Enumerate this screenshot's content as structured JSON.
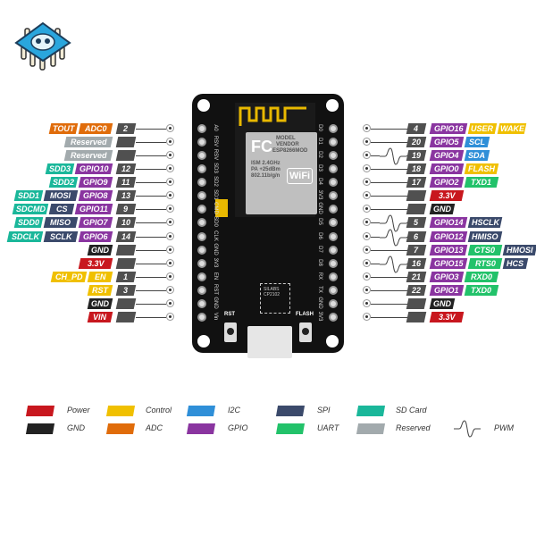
{
  "colors": {
    "power": "#c8171e",
    "control": "#f0c000",
    "i2c": "#2f8fd8",
    "spi": "#3b4a6b",
    "sd": "#1ab79a",
    "gnd": "#222222",
    "adc": "#e06c0a",
    "gpio": "#8a35a0",
    "uart": "#22c26a",
    "reserved": "#a2aaad"
  },
  "left_pins": [
    {
      "num": "2",
      "tags": [
        {
          "text": "TOUT",
          "type": "adc"
        },
        {
          "text": "ADC0",
          "type": "adc"
        }
      ],
      "board": "A0"
    },
    {
      "num": "",
      "tags": [
        {
          "text": "Reserved",
          "type": "reserved"
        }
      ],
      "board": "RSV"
    },
    {
      "num": "",
      "tags": [
        {
          "text": "Reserved",
          "type": "reserved"
        }
      ],
      "board": "RSV"
    },
    {
      "num": "12",
      "tags": [
        {
          "text": "SDD3",
          "type": "sd"
        },
        {
          "text": "GPIO10",
          "type": "gpio"
        }
      ],
      "board": "SD3"
    },
    {
      "num": "11",
      "tags": [
        {
          "text": "SDD2",
          "type": "sd"
        },
        {
          "text": "GPIO9",
          "type": "gpio"
        }
      ],
      "board": "SD2"
    },
    {
      "num": "13",
      "tags": [
        {
          "text": "SDD1",
          "type": "sd"
        },
        {
          "text": "MOSI",
          "type": "spi"
        },
        {
          "text": "GPIO8",
          "type": "gpio"
        }
      ],
      "board": "SD1"
    },
    {
      "num": "9",
      "tags": [
        {
          "text": "SDCMD",
          "type": "sd"
        },
        {
          "text": "CS",
          "type": "spi"
        },
        {
          "text": "GPIO11",
          "type": "gpio"
        }
      ],
      "board": "CMD"
    },
    {
      "num": "10",
      "tags": [
        {
          "text": "SDD0",
          "type": "sd"
        },
        {
          "text": "MISO",
          "type": "spi"
        },
        {
          "text": "GPIO7",
          "type": "gpio"
        }
      ],
      "board": "SD0"
    },
    {
      "num": "14",
      "tags": [
        {
          "text": "SDCLK",
          "type": "sd"
        },
        {
          "text": "SCLK",
          "type": "spi"
        },
        {
          "text": "GPIO6",
          "type": "gpio"
        }
      ],
      "board": "CLK"
    },
    {
      "num": "",
      "tags": [
        {
          "text": "GND",
          "type": "gnd"
        }
      ],
      "board": "GND"
    },
    {
      "num": "",
      "tags": [
        {
          "text": "3.3V",
          "type": "power"
        }
      ],
      "board": "3V3"
    },
    {
      "num": "1",
      "tags": [
        {
          "text": "CH_PD",
          "type": "control"
        },
        {
          "text": "EN",
          "type": "control"
        }
      ],
      "board": "EN"
    },
    {
      "num": "3",
      "tags": [
        {
          "text": "RST",
          "type": "control"
        }
      ],
      "board": "RST"
    },
    {
      "num": "",
      "tags": [
        {
          "text": "GND",
          "type": "gnd"
        }
      ],
      "board": "GND"
    },
    {
      "num": "",
      "tags": [
        {
          "text": "VIN",
          "type": "power"
        }
      ],
      "board": "Vin"
    }
  ],
  "right_pins": [
    {
      "num": "4",
      "pwm": false,
      "tags": [
        {
          "text": "GPIO16",
          "type": "gpio"
        },
        {
          "text": "USER",
          "type": "control"
        },
        {
          "text": "WAKE",
          "type": "control"
        }
      ],
      "board": "D0"
    },
    {
      "num": "20",
      "pwm": false,
      "tags": [
        {
          "text": "GPIO5",
          "type": "gpio"
        },
        {
          "text": "SCL",
          "type": "i2c"
        }
      ],
      "board": "D1"
    },
    {
      "num": "19",
      "pwm": true,
      "tags": [
        {
          "text": "GPIO4",
          "type": "gpio"
        },
        {
          "text": "SDA",
          "type": "i2c"
        }
      ],
      "board": "D2"
    },
    {
      "num": "18",
      "pwm": false,
      "tags": [
        {
          "text": "GPIO0",
          "type": "gpio"
        },
        {
          "text": "FLASH",
          "type": "control"
        }
      ],
      "board": "D3"
    },
    {
      "num": "17",
      "pwm": false,
      "tags": [
        {
          "text": "GPIO2",
          "type": "gpio"
        },
        {
          "text": "TXD1",
          "type": "uart"
        }
      ],
      "board": "D4"
    },
    {
      "num": "",
      "pwm": false,
      "tags": [
        {
          "text": "3.3V",
          "type": "power"
        }
      ],
      "board": "3V3"
    },
    {
      "num": "",
      "pwm": false,
      "tags": [
        {
          "text": "GND",
          "type": "gnd"
        }
      ],
      "board": "GND"
    },
    {
      "num": "5",
      "pwm": true,
      "tags": [
        {
          "text": "GPIO14",
          "type": "gpio"
        },
        {
          "text": "HSCLK",
          "type": "spi"
        }
      ],
      "board": "D5"
    },
    {
      "num": "6",
      "pwm": true,
      "tags": [
        {
          "text": "GPIO12",
          "type": "gpio"
        },
        {
          "text": "HMISO",
          "type": "spi"
        }
      ],
      "board": "D6"
    },
    {
      "num": "7",
      "pwm": false,
      "tags": [
        {
          "text": "GPIO13",
          "type": "gpio"
        },
        {
          "text": "CTS0",
          "type": "uart"
        },
        {
          "text": "HMOSI",
          "type": "spi"
        }
      ],
      "board": "D7"
    },
    {
      "num": "16",
      "pwm": true,
      "tags": [
        {
          "text": "GPIO15",
          "type": "gpio"
        },
        {
          "text": "RTS0",
          "type": "uart"
        },
        {
          "text": "HCS",
          "type": "spi"
        }
      ],
      "board": "D8"
    },
    {
      "num": "21",
      "pwm": false,
      "tags": [
        {
          "text": "GPIO3",
          "type": "gpio"
        },
        {
          "text": "RXD0",
          "type": "uart"
        }
      ],
      "board": "RX"
    },
    {
      "num": "22",
      "pwm": false,
      "tags": [
        {
          "text": "GPIO1",
          "type": "gpio"
        },
        {
          "text": "TXD0",
          "type": "uart"
        }
      ],
      "board": "TX"
    },
    {
      "num": "",
      "pwm": false,
      "tags": [
        {
          "text": "GND",
          "type": "gnd"
        }
      ],
      "board": "GND"
    },
    {
      "num": "",
      "pwm": false,
      "tags": [
        {
          "text": "3.3V",
          "type": "power"
        }
      ],
      "board": "3V3"
    }
  ],
  "board": {
    "rst_label": "RST",
    "flash_label": "FLASH",
    "module_lines": [
      "MODEL",
      "VENDOR",
      "ESP8266MOD",
      "ISM 2.4GHz",
      "PA +25dBm",
      "802.11b/g/n"
    ],
    "fc_logo": "FC",
    "wifi_logo": "WiFi",
    "usb_chip": "SILABS CP2102"
  },
  "legend": [
    {
      "label": "Power",
      "type": "power"
    },
    {
      "label": "GND",
      "type": "gnd"
    },
    {
      "label": "Control",
      "type": "control"
    },
    {
      "label": "ADC",
      "type": "adc"
    },
    {
      "label": "I2C",
      "type": "i2c"
    },
    {
      "label": "GPIO",
      "type": "gpio"
    },
    {
      "label": "SPI",
      "type": "spi"
    },
    {
      "label": "UART",
      "type": "uart"
    },
    {
      "label": "SD Card",
      "type": "sd"
    },
    {
      "label": "Reserved",
      "type": "reserved"
    }
  ],
  "legend_pwm": "PWM"
}
